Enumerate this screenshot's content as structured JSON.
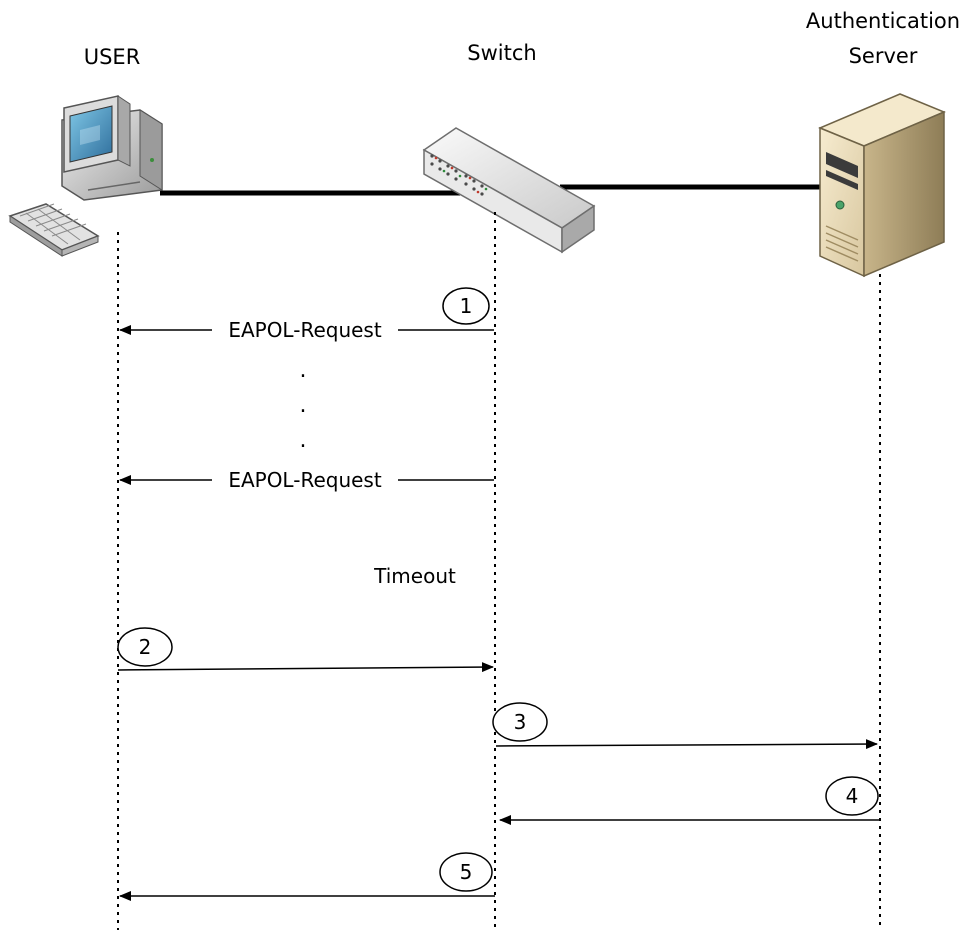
{
  "entities": {
    "user": "USER",
    "switch": "Switch",
    "server_line1": "Authentication",
    "server_line2": "Server"
  },
  "messages": {
    "m1_label": "EAPOL-Request",
    "m1b_label": "EAPOL-Request",
    "ellipsis": ".",
    "timeout": "Timeout"
  },
  "steps": [
    "1",
    "2",
    "3",
    "4",
    "5"
  ]
}
